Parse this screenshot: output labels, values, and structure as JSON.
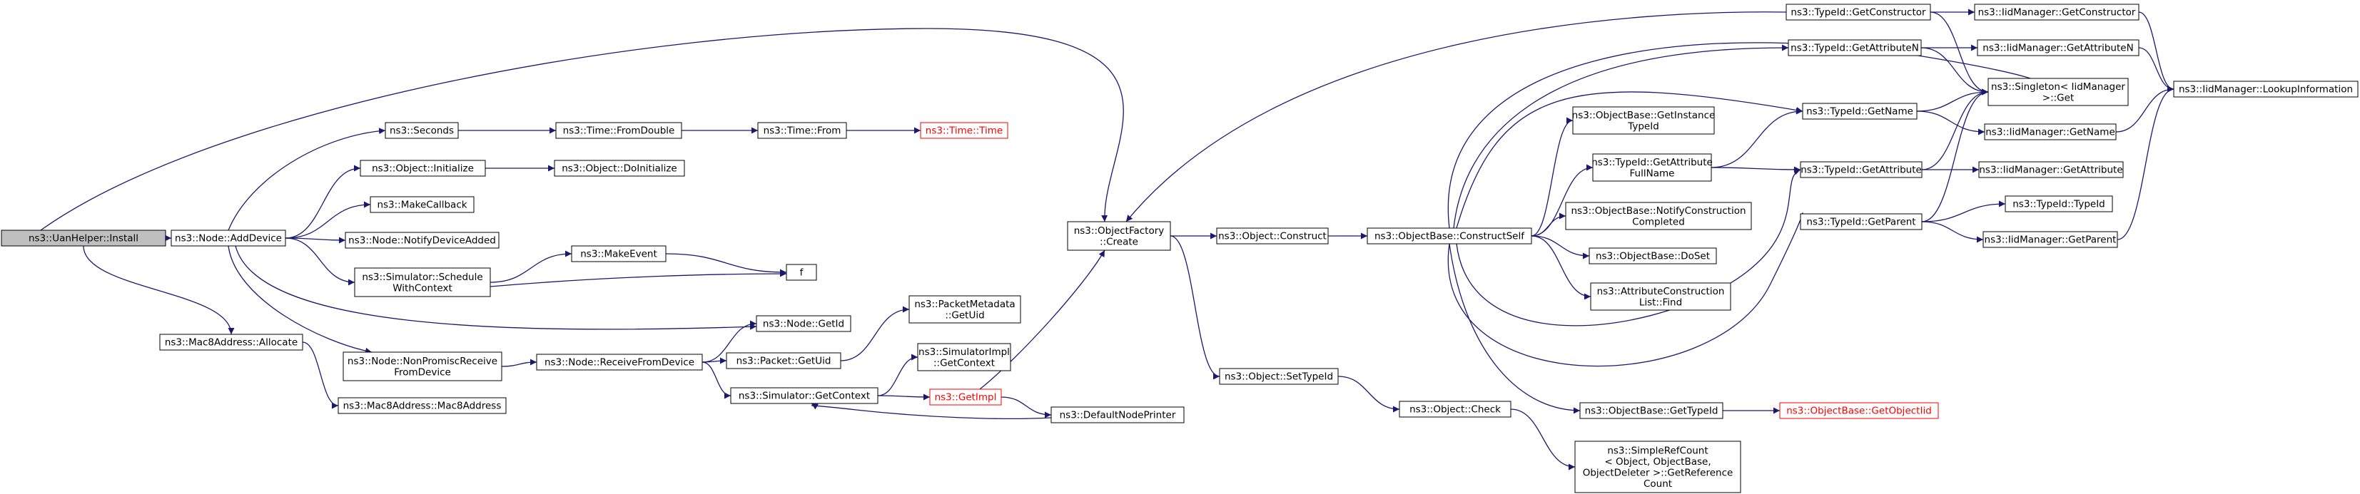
{
  "graph": {
    "nodes": [
      {
        "id": "n0",
        "lines": [
          "ns3::UanHelper::Install"
        ],
        "style": "root"
      },
      {
        "id": "n1",
        "lines": [
          "ns3::Node::AddDevice"
        ]
      },
      {
        "id": "n2",
        "lines": [
          "ns3::Mac8Address::Allocate"
        ]
      },
      {
        "id": "n3",
        "lines": [
          "ns3::Seconds"
        ]
      },
      {
        "id": "n4",
        "lines": [
          "ns3::Object::Initialize"
        ]
      },
      {
        "id": "n5",
        "lines": [
          "ns3::MakeCallback"
        ]
      },
      {
        "id": "n6",
        "lines": [
          "ns3::Node::NotifyDeviceAdded"
        ]
      },
      {
        "id": "n7",
        "lines": [
          "ns3::Simulator::Schedule",
          "WithContext"
        ]
      },
      {
        "id": "n8",
        "lines": [
          "ns3::Node::NonPromiscReceive",
          "FromDevice"
        ]
      },
      {
        "id": "n9",
        "lines": [
          "ns3::Mac8Address::Mac8Address"
        ]
      },
      {
        "id": "n10",
        "lines": [
          "ns3::Time::FromDouble"
        ]
      },
      {
        "id": "n11",
        "lines": [
          "ns3::Object::DoInitialize"
        ]
      },
      {
        "id": "n12",
        "lines": [
          "ns3::MakeEvent"
        ]
      },
      {
        "id": "n13",
        "lines": [
          "f"
        ]
      },
      {
        "id": "n14",
        "lines": [
          "ns3::Node::GetId"
        ]
      },
      {
        "id": "n15",
        "lines": [
          "ns3::Node::ReceiveFromDevice"
        ]
      },
      {
        "id": "n16",
        "lines": [
          "ns3::Packet::GetUid"
        ]
      },
      {
        "id": "n17",
        "lines": [
          "ns3::Simulator::GetContext"
        ]
      },
      {
        "id": "n18",
        "lines": [
          "ns3::Time::From"
        ]
      },
      {
        "id": "n19",
        "lines": [
          "ns3::Time::Time"
        ],
        "style": "red"
      },
      {
        "id": "n20",
        "lines": [
          "ns3::PacketMetadata",
          "::GetUid"
        ]
      },
      {
        "id": "n21",
        "lines": [
          "ns3::SimulatorImpl",
          "::GetContext"
        ]
      },
      {
        "id": "n22",
        "lines": [
          "ns3::GetImpl"
        ],
        "style": "red"
      },
      {
        "id": "n23",
        "lines": [
          "ns3::DefaultNodePrinter"
        ]
      },
      {
        "id": "n24",
        "lines": [
          "ns3::ObjectFactory",
          "::Create"
        ]
      },
      {
        "id": "n25",
        "lines": [
          "ns3::Object::Construct"
        ]
      },
      {
        "id": "n26",
        "lines": [
          "ns3::Object::SetTypeId"
        ]
      },
      {
        "id": "n27",
        "lines": [
          "ns3::ObjectBase::ConstructSelf"
        ]
      },
      {
        "id": "n28",
        "lines": [
          "ns3::Object::Check"
        ]
      },
      {
        "id": "n29",
        "lines": [
          "ns3::SimpleRefCount",
          "< Object, ObjectBase,",
          "ObjectDeleter >::GetReference",
          "Count"
        ]
      },
      {
        "id": "n30",
        "lines": [
          "ns3::ObjectBase::GetInstance",
          "TypeId"
        ]
      },
      {
        "id": "n31",
        "lines": [
          "ns3::TypeId::GetAttribute",
          "FullName"
        ]
      },
      {
        "id": "n32",
        "lines": [
          "ns3::ObjectBase::NotifyConstruction",
          "Completed"
        ]
      },
      {
        "id": "n33",
        "lines": [
          "ns3::ObjectBase::DoSet"
        ]
      },
      {
        "id": "n34",
        "lines": [
          "ns3::AttributeConstruction",
          "List::Find"
        ]
      },
      {
        "id": "n35",
        "lines": [
          "ns3::ObjectBase::GetTypeId"
        ]
      },
      {
        "id": "n36",
        "lines": [
          "ns3::ObjectBase::GetObjectIid"
        ],
        "style": "red"
      },
      {
        "id": "n37",
        "lines": [
          "ns3::TypeId::GetConstructor"
        ]
      },
      {
        "id": "n38",
        "lines": [
          "ns3::TypeId::GetAttributeN"
        ]
      },
      {
        "id": "n39",
        "lines": [
          "ns3::TypeId::GetName"
        ]
      },
      {
        "id": "n40",
        "lines": [
          "ns3::TypeId::GetAttribute"
        ]
      },
      {
        "id": "n41",
        "lines": [
          "ns3::TypeId::GetParent"
        ]
      },
      {
        "id": "n42",
        "lines": [
          "ns3::IidManager::GetConstructor"
        ]
      },
      {
        "id": "n43",
        "lines": [
          "ns3::IidManager::GetAttributeN"
        ]
      },
      {
        "id": "n44",
        "lines": [
          "ns3::Singleton< IidManager",
          ">::Get"
        ]
      },
      {
        "id": "n45",
        "lines": [
          "ns3::IidManager::GetName"
        ]
      },
      {
        "id": "n46",
        "lines": [
          "ns3::IidManager::GetAttribute"
        ]
      },
      {
        "id": "n47",
        "lines": [
          "ns3::TypeId::TypeId"
        ]
      },
      {
        "id": "n48",
        "lines": [
          "ns3::IidManager::GetParent"
        ]
      },
      {
        "id": "n49",
        "lines": [
          "ns3::IidManager::LookupInformation"
        ]
      }
    ],
    "edges": [
      [
        "n0",
        "n1"
      ],
      [
        "n0",
        "n2"
      ],
      [
        "n0",
        "n24"
      ],
      [
        "n1",
        "n3"
      ],
      [
        "n1",
        "n4"
      ],
      [
        "n1",
        "n5"
      ],
      [
        "n1",
        "n6"
      ],
      [
        "n1",
        "n7"
      ],
      [
        "n1",
        "n8"
      ],
      [
        "n1",
        "n14"
      ],
      [
        "n2",
        "n9"
      ],
      [
        "n3",
        "n10"
      ],
      [
        "n10",
        "n18"
      ],
      [
        "n18",
        "n19"
      ],
      [
        "n4",
        "n11"
      ],
      [
        "n7",
        "n12"
      ],
      [
        "n7",
        "n13"
      ],
      [
        "n12",
        "n13"
      ],
      [
        "n8",
        "n15"
      ],
      [
        "n15",
        "n14"
      ],
      [
        "n15",
        "n16"
      ],
      [
        "n15",
        "n17"
      ],
      [
        "n16",
        "n20"
      ],
      [
        "n17",
        "n21"
      ],
      [
        "n17",
        "n22"
      ],
      [
        "n22",
        "n23"
      ],
      [
        "n22",
        "n24"
      ],
      [
        "n23",
        "n17"
      ],
      [
        "n24",
        "n25"
      ],
      [
        "n24",
        "n26"
      ],
      [
        "n24",
        "n37"
      ],
      [
        "n25",
        "n27"
      ],
      [
        "n26",
        "n28"
      ],
      [
        "n28",
        "n29"
      ],
      [
        "n27",
        "n30"
      ],
      [
        "n27",
        "n31"
      ],
      [
        "n27",
        "n32"
      ],
      [
        "n27",
        "n33"
      ],
      [
        "n27",
        "n34"
      ],
      [
        "n27",
        "n35"
      ],
      [
        "n27",
        "n38"
      ],
      [
        "n27",
        "n39"
      ],
      [
        "n27",
        "n40"
      ],
      [
        "n27",
        "n41"
      ],
      [
        "n27",
        "n44"
      ],
      [
        "n35",
        "n36"
      ],
      [
        "n31",
        "n39"
      ],
      [
        "n31",
        "n40"
      ],
      [
        "n37",
        "n42"
      ],
      [
        "n37",
        "n44"
      ],
      [
        "n38",
        "n43"
      ],
      [
        "n38",
        "n44"
      ],
      [
        "n39",
        "n44"
      ],
      [
        "n39",
        "n45"
      ],
      [
        "n40",
        "n44"
      ],
      [
        "n40",
        "n46"
      ],
      [
        "n41",
        "n44"
      ],
      [
        "n41",
        "n47"
      ],
      [
        "n41",
        "n48"
      ],
      [
        "n42",
        "n49"
      ],
      [
        "n43",
        "n49"
      ],
      [
        "n45",
        "n49"
      ],
      [
        "n48",
        "n49"
      ]
    ]
  }
}
